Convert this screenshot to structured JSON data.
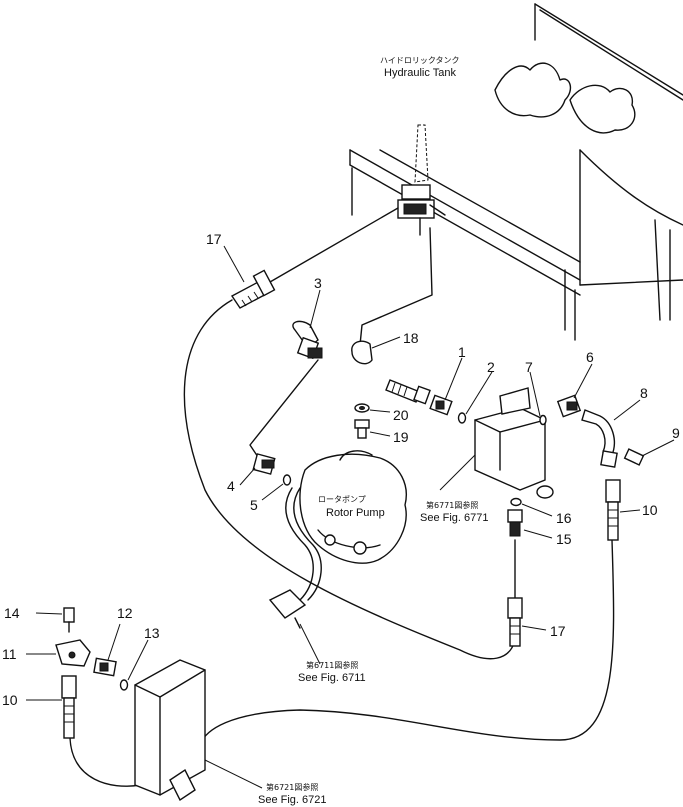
{
  "labels": {
    "tank_jp": "ハイドロリックタンク",
    "tank_en": "Hydraulic Tank",
    "pump_jp": "ロータポンプ",
    "pump_en": "Rotor Pump",
    "ref6771_jp": "第6771図参照",
    "ref6771_en": "See Fig. 6771",
    "ref6711_jp": "第6711図参照",
    "ref6711_en": "See Fig. 6711",
    "ref6721_jp": "第6721図参照",
    "ref6721_en": "See Fig. 6721"
  },
  "callouts": {
    "n1": "1",
    "n2": "2",
    "n3": "3",
    "n4": "4",
    "n5": "5",
    "n6": "6",
    "n7": "7",
    "n8": "8",
    "n9": "9",
    "n10a": "10",
    "n10b": "10",
    "n11": "11",
    "n12": "12",
    "n13": "13",
    "n14": "14",
    "n15": "15",
    "n16": "16",
    "n17a": "17",
    "n17b": "17",
    "n18": "18",
    "n19": "19",
    "n20": "20"
  }
}
